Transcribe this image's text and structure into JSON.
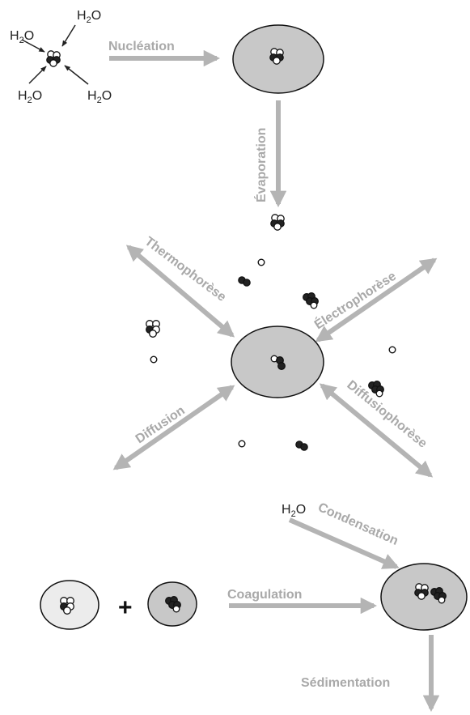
{
  "water": {
    "h": "H",
    "sub": "2",
    "o": "O"
  },
  "processes": {
    "nucleation": "Nucléation",
    "evaporation": "Évaporation",
    "thermophoresis": "Thermophorèse",
    "electrophoresis": "Électrophorèse",
    "diffusion": "Diffusion",
    "diffusiophoresis": "Diffusiophorèse",
    "condensation": "Condensation",
    "coagulation": "Coagulation",
    "sedimentation": "Sédimentation"
  },
  "plus": "+",
  "colors": {
    "arrow": "#b4b4b4",
    "droplet": "#c8c8c8",
    "droplet_light": "#ececec",
    "molecule_dark": "#222222",
    "molecule_light": "#ffffff"
  }
}
